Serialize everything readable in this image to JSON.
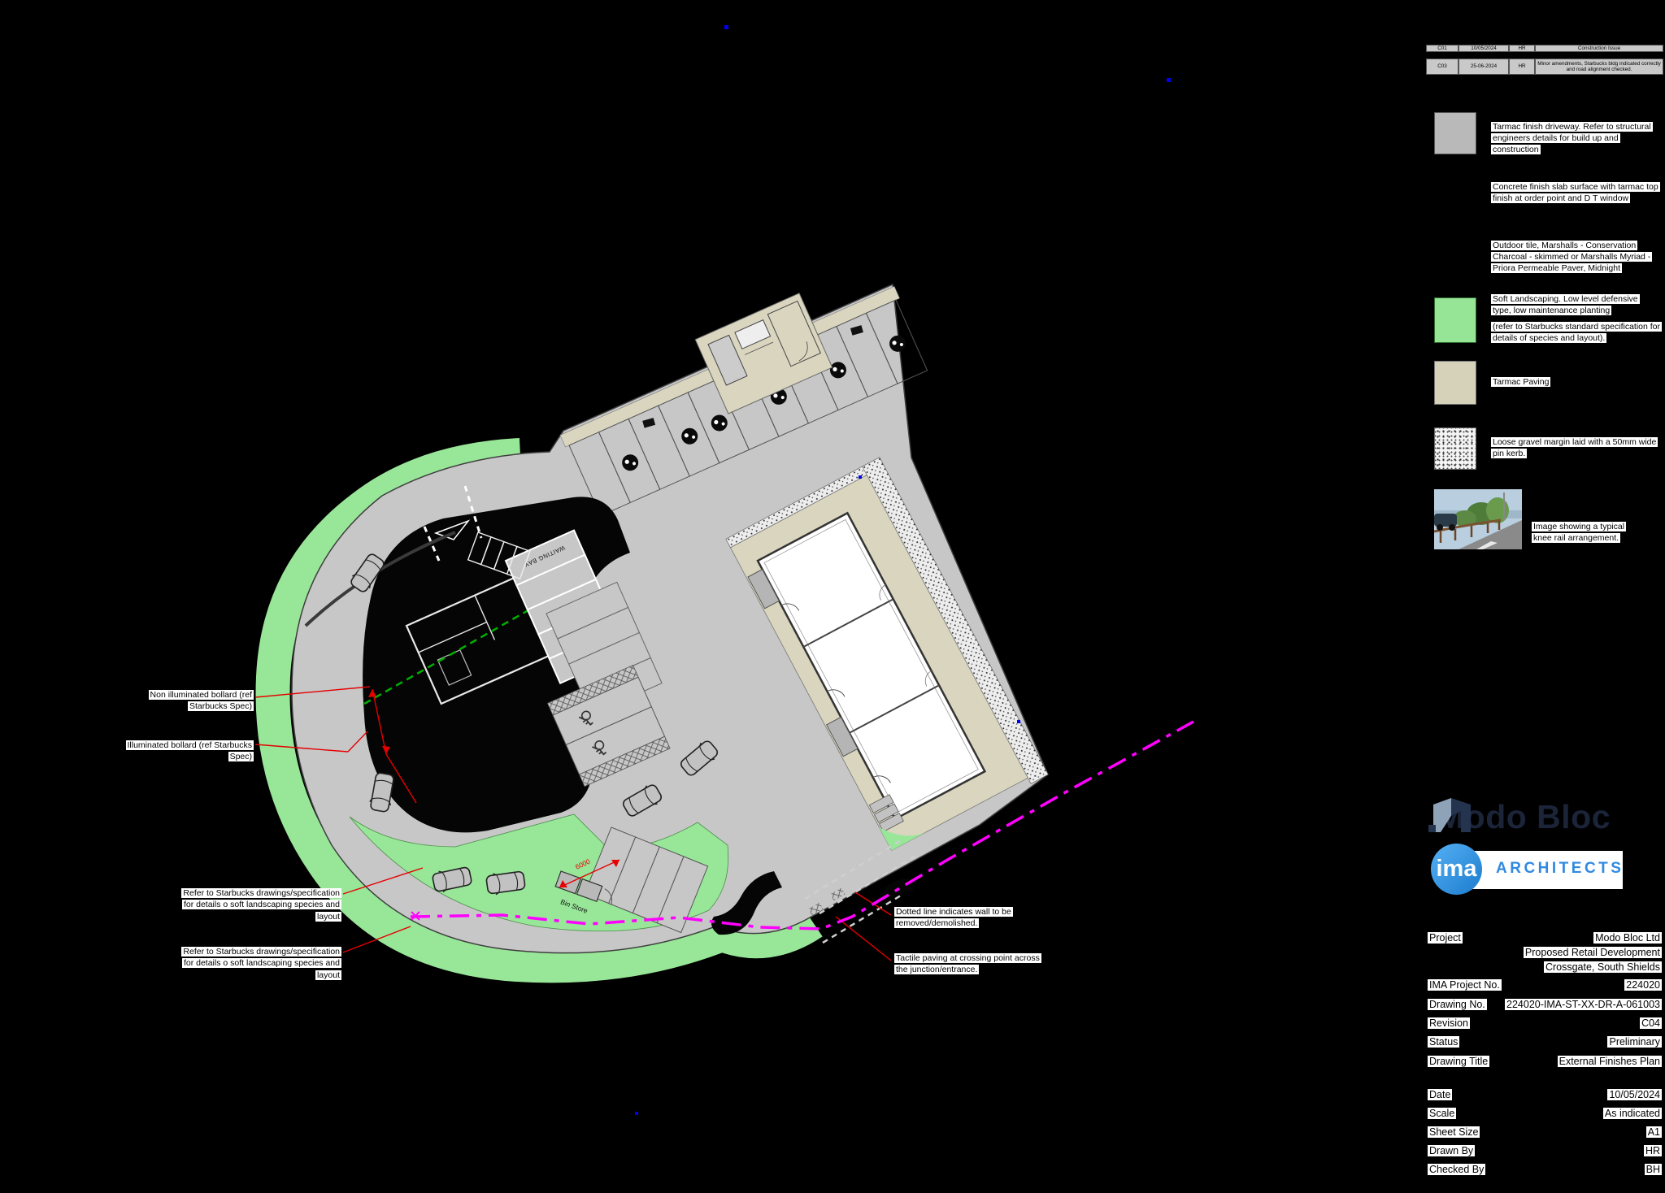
{
  "revision_table": {
    "rows": [
      {
        "rev": "C01",
        "date": "10/05/2024",
        "by": "HR",
        "description": "Construction Issue"
      },
      {
        "rev": "C03",
        "date": "25-06-2024",
        "by": "HR",
        "description": "Minor amendments, Starbucks bldg indicated correctly and road alignment checked."
      }
    ]
  },
  "legend": {
    "items": [
      {
        "swatch": "tarmac-driveway",
        "text": "Tarmac finish driveway. Refer to structural engineers details for build up and construction"
      },
      {
        "swatch": "concrete-slab",
        "text": "Concrete finish slab surface with tarmac top finish at order point and D T window"
      },
      {
        "swatch": "outdoor-tile",
        "text": "Outdoor tile, Marshalls - Conservation Charcoal - skimmed or Marshalls Myriad - Priora Permeable Paver, Midnight"
      },
      {
        "swatch": "soft-landscaping",
        "text": "Soft Landscaping. Low level defensive type, low maintenance planting",
        "text2": "(refer to Starbucks standard specification for details of species and layout)."
      },
      {
        "swatch": "tarmac-paving",
        "text": "Tarmac Paving"
      },
      {
        "swatch": "loose-gravel",
        "text": "Loose gravel margin laid with a 50mm wide pin kerb."
      },
      {
        "swatch": "photo",
        "text": "Image showing a typical knee rail arrangement."
      }
    ]
  },
  "plan": {
    "labels": {
      "waiting_bay": "WAITING BAY",
      "bin_store": "Bin Store",
      "dim": "6000"
    },
    "annotations": {
      "non_illuminated_bollard": "Non illuminated bollard (ref Starbucks Spec)",
      "illuminated_bollard": "Illuminated bollard (ref Starbucks Spec)",
      "starbucks_landscaping": "Refer to Starbucks drawings/specification for details o soft landscaping species and layout",
      "wall_removed": "Dotted line indicates wall to be removed/demolished.",
      "tactile_paving": "Tactile paving at crossing point across the junction/entrance."
    },
    "colors": {
      "tarmac_driveway": "#c7c7c7",
      "soft_landscaping": "#98e698",
      "tarmac_paving": "#d9d5bf",
      "charcoal_tile": "#050505",
      "boundary_magenta": "#ff00ff",
      "dimension_red": "#e60000"
    }
  },
  "branding": {
    "company": "Modo Bloc",
    "logo_circle": "ima",
    "logo_text": "ARCHITECTS"
  },
  "title_block": {
    "project_label": "Project",
    "project_lines": [
      "Modo Bloc Ltd",
      "Proposed Retail Development",
      "Crossgate, South Shields"
    ],
    "rows": [
      {
        "label": "IMA Project No.",
        "value": "224020"
      },
      {
        "label": "Drawing No.",
        "value": "224020-IMA-ST-XX-DR-A-061003"
      },
      {
        "label": "Revision",
        "value": "C04"
      },
      {
        "label": "Status",
        "value": "Preliminary"
      },
      {
        "label": "Drawing Title",
        "value": "External Finishes Plan"
      }
    ],
    "meta_rows": [
      {
        "label": "Date",
        "value": "10/05/2024"
      },
      {
        "label": "Scale",
        "value": "As indicated"
      },
      {
        "label": "Sheet Size",
        "value": "A1"
      },
      {
        "label": "Drawn By",
        "value": "HR"
      },
      {
        "label": "Checked By",
        "value": "BH"
      }
    ]
  }
}
